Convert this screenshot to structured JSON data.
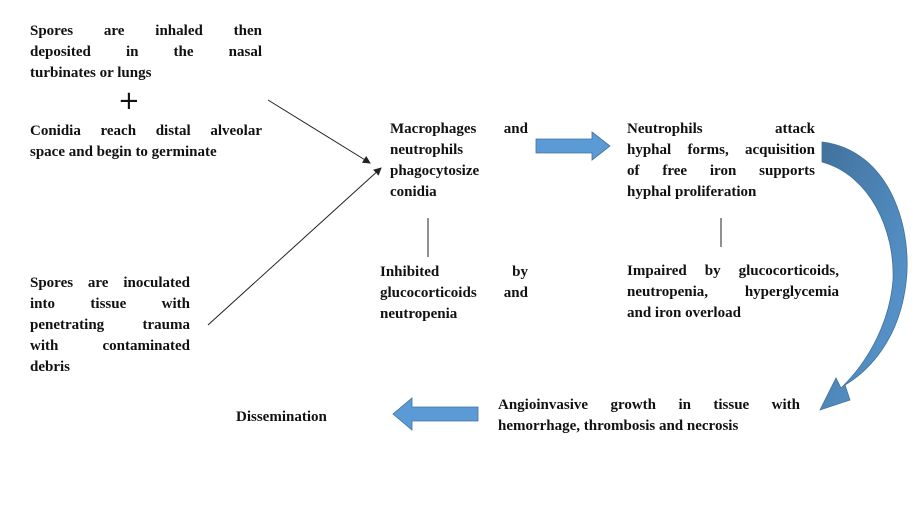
{
  "nodes": {
    "inhaled": [
      "Spores are inhaled then",
      "deposited in the nasal",
      "turbinates or lungs"
    ],
    "plus": "+",
    "conidia": [
      "Conidia reach distal alveolar",
      "space and begin to germinate"
    ],
    "inoculated": [
      "Spores are inoculated",
      "into tissue with",
      "penetrating trauma",
      "with contaminated",
      "debris"
    ],
    "macrophages": [
      "Macrophages and",
      "neutrophils",
      "phagocytosize",
      "conidia"
    ],
    "inhibited": [
      "Inhibited by",
      "glucocorticoids and",
      "neutropenia"
    ],
    "neutrophils": [
      "Neutrophils attack",
      "hyphal forms, acquisition",
      "of free iron supports",
      "hyphal proliferation"
    ],
    "impaired": [
      "Impaired by glucocorticoids,",
      "neutropenia, hyperglycemia",
      "and iron overload"
    ],
    "angioinvasive": [
      "Angioinvasive growth in tissue with",
      "hemorrhage, thrombosis and necrosis"
    ],
    "dissemination": "Dissemination"
  },
  "colors": {
    "arrow_fill": "#5b9bd5",
    "arrow_dark": "#41719c",
    "line": "#222222"
  }
}
